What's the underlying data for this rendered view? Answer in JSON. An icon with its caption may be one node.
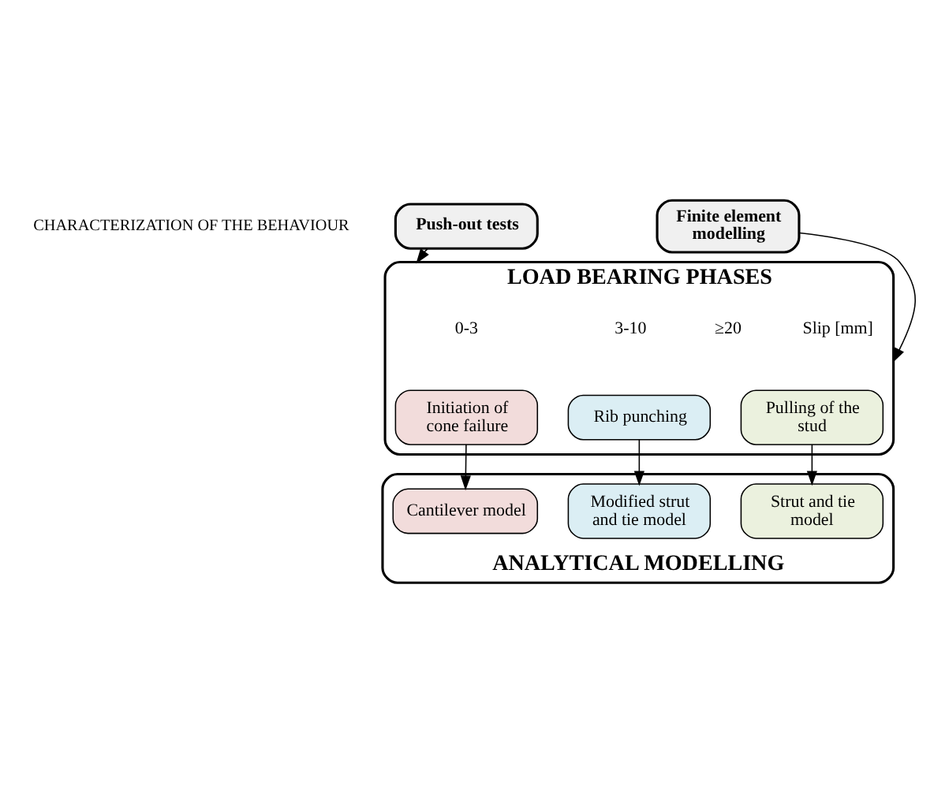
{
  "diagram": {
    "nodes": [
      {
        "text": [
          "Push-out tests"
        ]
      },
      {
        "text": [
          "Finite element modelling"
        ]
      },
      {
        "text": [
          "LOAD BEARING PHASES"
        ]
      },
      {
        "text": [
          "Initiation of cone failure"
        ],
        "in": 2
      },
      {
        "text": [
          "Rib punching"
        ],
        "in": 2
      },
      {
        "text": [
          "Pulling of the stud"
        ],
        "in": 2
      },
      {
        "text": [
          "ANALYTICAL MODELLING"
        ]
      },
      {
        "text": [
          "Cantilever model"
        ],
        "in": 6
      },
      {
        "text": [
          "Modified strut and tie model"
        ],
        "in": 6
      },
      {
        "text": [
          "Strut and tie model"
        ],
        "in": 6
      }
    ],
    "edges": [
      {
        "from": 0,
        "to": 2,
        "arrow": "to"
      },
      {
        "from": 1,
        "to": 2,
        "arrow": "to"
      },
      {
        "from": 3,
        "to": 7,
        "arrow": "to"
      },
      {
        "from": 4,
        "to": 8,
        "arrow": "to"
      },
      {
        "from": 5,
        "to": 9,
        "arrow": "to"
      }
    ],
    "labels": [
      "CHARACTERIZATION OF THE BEHAVIOUR",
      "0-3",
      "3-10",
      "≥20",
      "Slip [mm]"
    ]
  }
}
